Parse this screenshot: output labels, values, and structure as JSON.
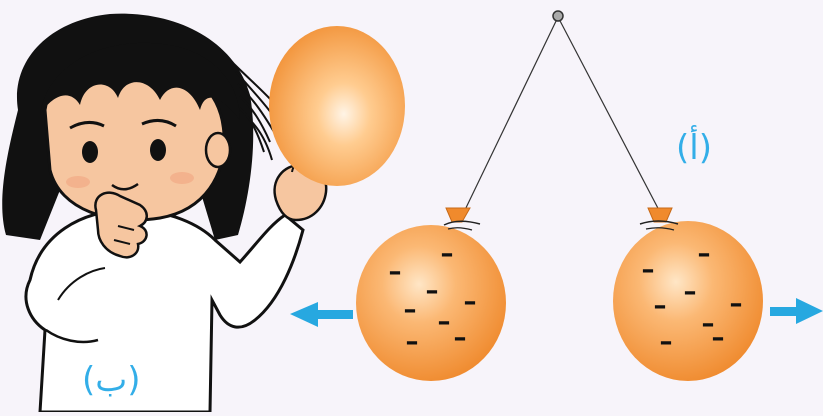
{
  "labels": {
    "a": "(أ)",
    "b": "(ب)"
  },
  "charge_symbol": "–",
  "balloons": {
    "left_negative_charges": 8,
    "right_negative_charges": 8
  },
  "colors": {
    "background": "#f7f4fa",
    "balloon_light": "#ffe1b8",
    "balloon_dark": "#f08a2c",
    "label": "#33aee8",
    "arrow": "#27a8e0",
    "skin": "#f6c6a0",
    "hair": "#111111"
  },
  "icons": [
    "pivot-icon",
    "arrow-left-icon",
    "arrow-right-icon"
  ]
}
